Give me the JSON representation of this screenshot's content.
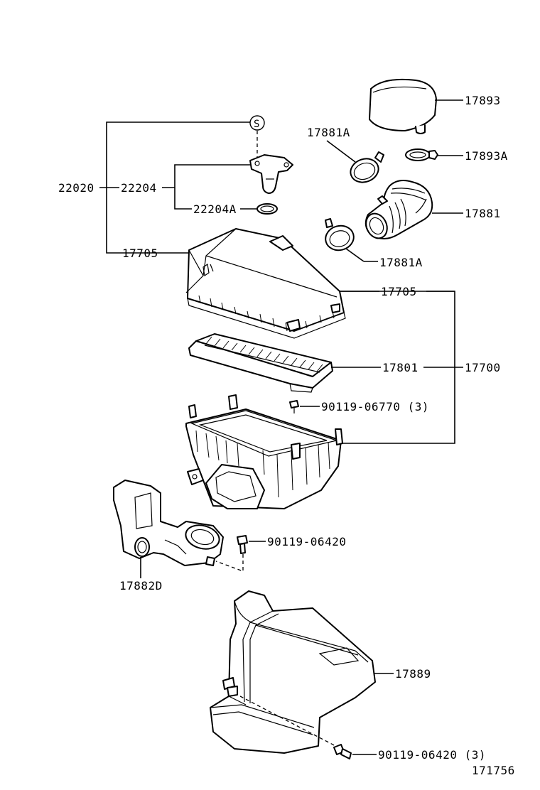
{
  "labels": {
    "p17893": "17893",
    "p17881A_top": "17881A",
    "p17893A": "17893A",
    "p22020": "22020",
    "p22204": "22204",
    "p17881": "17881",
    "p22204A": "22204A",
    "p17705_left": "17705",
    "p17881A_bottom": "17881A",
    "p17705_right": "17705",
    "p17801": "17801",
    "p17700": "17700",
    "p90119_06770": "90119-06770 (3)",
    "p90119_06420": "90119-06420",
    "p17882D": "17882D",
    "p17889": "17889",
    "p90119_06420_3": "90119-06420 (3)",
    "diagram_number": "171756",
    "s_marker": "S"
  }
}
